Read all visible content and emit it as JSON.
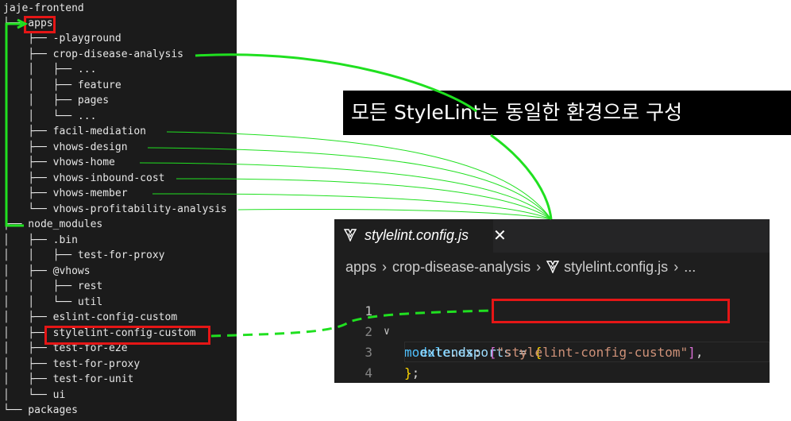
{
  "tree": {
    "lines": [
      "jaje-frontend",
      "├── apps",
      "│   ├── -playground",
      "│   ├── crop-disease-analysis",
      "│   │   ├── ...",
      "│   │   ├── feature",
      "│   │   ├── pages",
      "│   │   └── ...",
      "│   ├── facil-mediation",
      "│   ├── vhows-design",
      "│   ├── vhows-home",
      "│   ├── vhows-inbound-cost",
      "│   ├── vhows-member",
      "│   └── vhows-profitability-analysis",
      "├── node_modules",
      "│   ├── .bin",
      "│   │   ├── test-for-proxy",
      "│   ├── @vhows",
      "│   │   ├── rest",
      "│   │   └── util",
      "│   ├── eslint-config-custom",
      "│   ├── stylelint-config-custom",
      "│   ├── test-for-e2e",
      "│   ├── test-for-proxy",
      "│   ├── test-for-unit",
      "│   └── ui",
      "└── packages"
    ]
  },
  "caption": {
    "text": "모든 StyleLint는 동일한 환경으로 구성"
  },
  "editor": {
    "tab": {
      "filename": "stylelint.config.js",
      "close": "✕",
      "icon": "stylelint-icon"
    },
    "breadcrumb": [
      "apps",
      "crop-disease-analysis",
      "stylelint.config.js",
      "..."
    ],
    "breadcrumb_sep": "›",
    "lines": [
      {
        "num": "1",
        "fold": "∨",
        "var": "module",
        "dot": ".",
        "prop": "exports",
        "op": " = ",
        "brace": "{"
      },
      {
        "num": "2",
        "key": "extends",
        "colon": ": ",
        "open": "[",
        "str": "\"stylelint-config-custom\"",
        "close": "]",
        "comma": ","
      },
      {
        "num": "3",
        "brace": "}",
        "semi": ";"
      },
      {
        "num": "4"
      }
    ]
  },
  "colors": {
    "highlight": "#e51616",
    "connector": "#20e020",
    "caption_bg": "#000000"
  }
}
